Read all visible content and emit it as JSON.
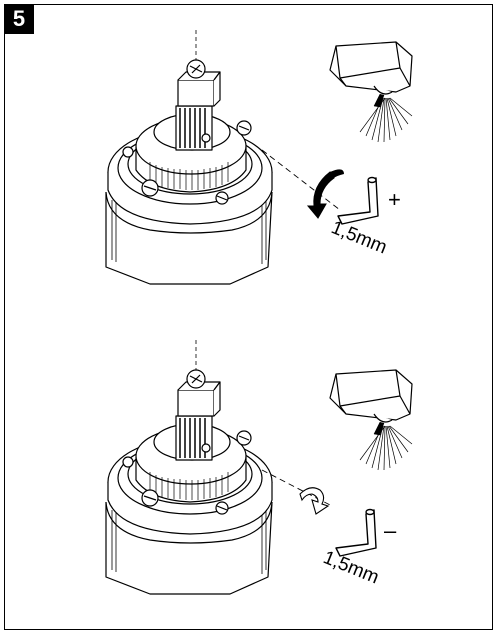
{
  "step": {
    "number": "5"
  },
  "top": {
    "sign": "+",
    "size": "1,5mm"
  },
  "bottom": {
    "sign": "–",
    "size": "1,5mm"
  },
  "colors": {
    "line": "#000000",
    "background": "#ffffff"
  }
}
